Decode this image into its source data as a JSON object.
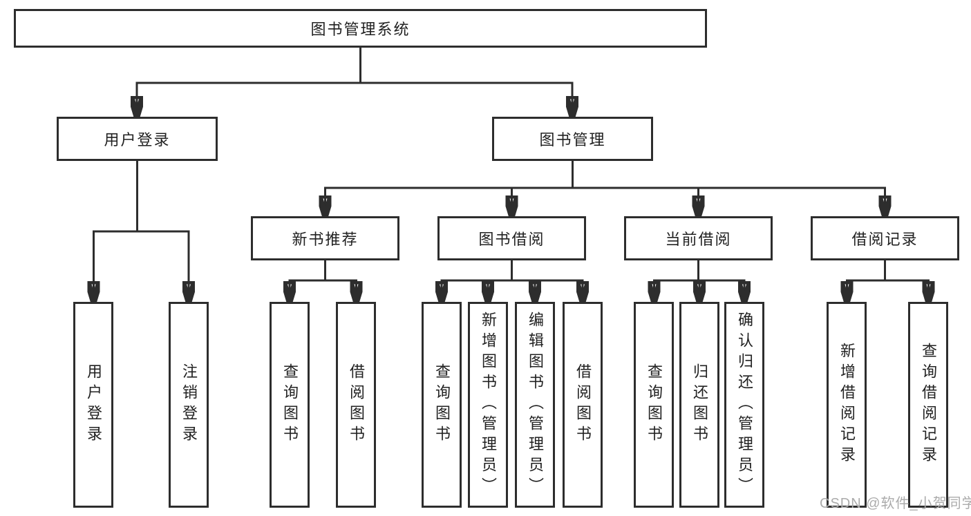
{
  "colors": {
    "line": "#2d2d2d",
    "box_border": "#2d2d2d",
    "box_background": "#ffffff",
    "text": "#212121",
    "watermark": "#ababab",
    "page_background": "#ffffff"
  },
  "watermark": {
    "text": "CSDN @软件_小贺同学"
  },
  "tree": {
    "label": "图书管理系统",
    "children": [
      {
        "label": "用户登录",
        "children": [
          {
            "label": "用户登录"
          },
          {
            "label": "注销登录"
          }
        ]
      },
      {
        "label": "图书管理",
        "children": [
          {
            "label": "新书推荐",
            "children": [
              {
                "label": "查询图书"
              },
              {
                "label": "借阅图书"
              }
            ]
          },
          {
            "label": "图书借阅",
            "children": [
              {
                "label": "查询图书"
              },
              {
                "label": "新增图书（管理员）"
              },
              {
                "label": "编辑图书（管理员）"
              },
              {
                "label": "借阅图书"
              }
            ]
          },
          {
            "label": "当前借阅",
            "children": [
              {
                "label": "查询图书"
              },
              {
                "label": "归还图书"
              },
              {
                "label": "确认归还（管理员）"
              }
            ]
          },
          {
            "label": "借阅记录",
            "children": [
              {
                "label": "新增借阅记录"
              },
              {
                "label": "查询借阅记录"
              }
            ]
          }
        ]
      }
    ]
  }
}
